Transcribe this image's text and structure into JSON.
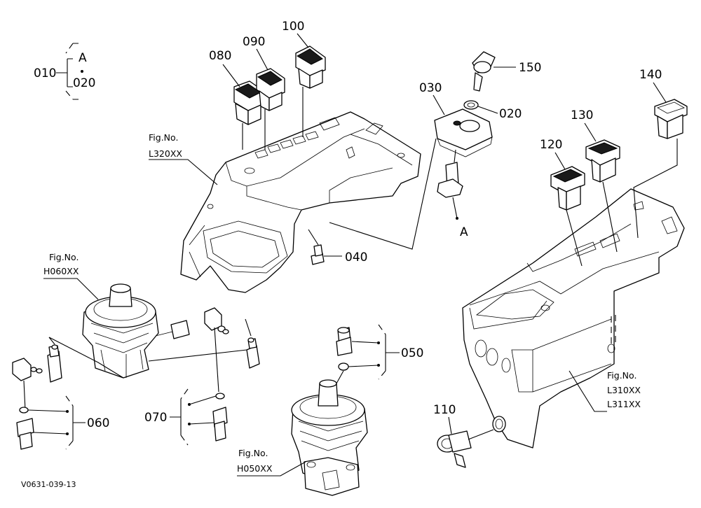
{
  "callouts": {
    "p010": "010",
    "p020_group": "020",
    "pA_group": "A",
    "p020": "020",
    "p030": "030",
    "p040": "040",
    "p050": "050",
    "p060": "060",
    "p070": "070",
    "p080": "080",
    "p090": "090",
    "p100": "100",
    "p110": "110",
    "p120": "120",
    "p130": "130",
    "p140": "140",
    "p150": "150",
    "pA": "A"
  },
  "figure_refs": {
    "l320_title": "Fig.No.",
    "l320_code": "L320XX",
    "h060_title": "Fig.No.",
    "h060_code": "H060XX",
    "h050_title": "Fig.No.",
    "h050_code": "H050XX",
    "l310_title": "Fig.No.",
    "l310_code1": "L310XX",
    "l310_code2": "L311XX"
  },
  "drawing_code": "V0631-039-13"
}
